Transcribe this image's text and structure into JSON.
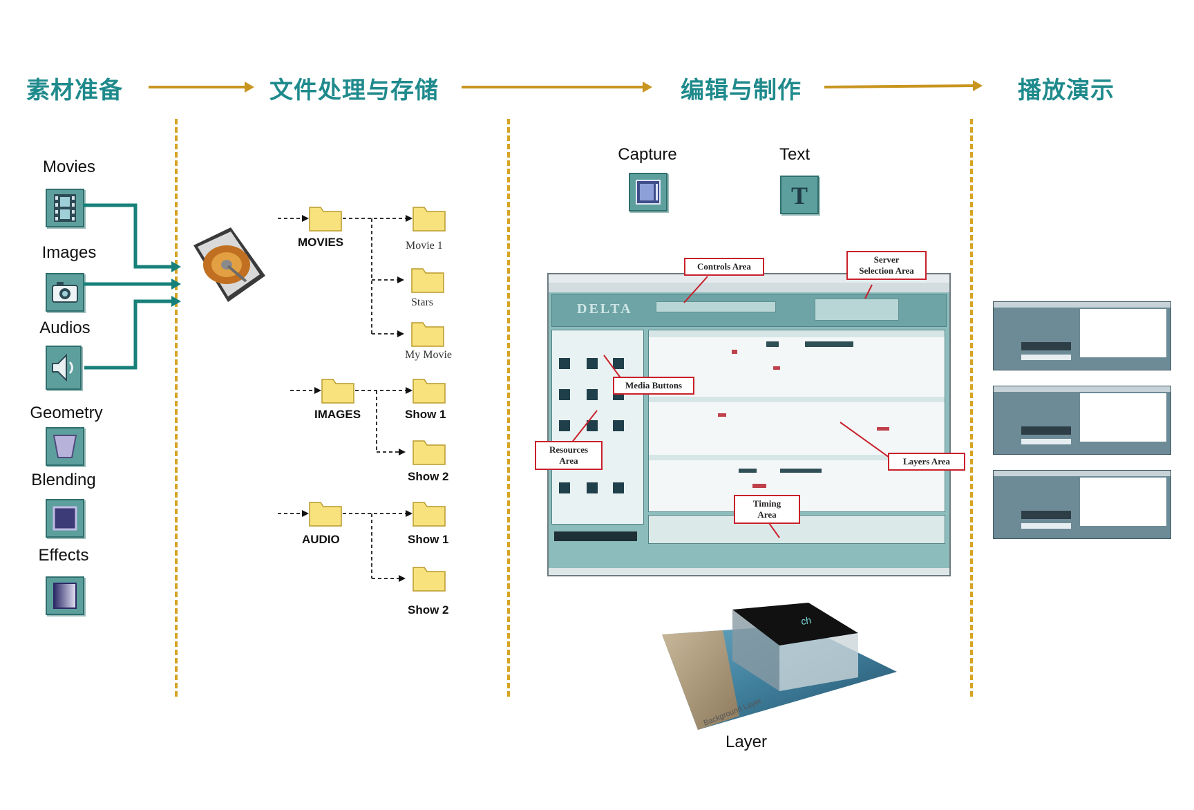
{
  "stages": [
    "素材准备",
    "文件处理与存储",
    "编辑与制作",
    "播放演示"
  ],
  "media_types": [
    {
      "label": "Movies",
      "icon": "film-icon"
    },
    {
      "label": "Images",
      "icon": "camera-icon"
    },
    {
      "label": "Audios",
      "icon": "speaker-icon"
    },
    {
      "label": "Geometry",
      "icon": "geometry-icon"
    },
    {
      "label": "Blending",
      "icon": "blending-icon"
    },
    {
      "label": "Effects",
      "icon": "effects-icon"
    }
  ],
  "file_tree": {
    "movies": {
      "root": "MOVIES",
      "children": [
        "Movie 1",
        "Stars",
        "My Movie"
      ]
    },
    "images": {
      "root": "IMAGES",
      "children": [
        "Show 1",
        "Show 2"
      ]
    },
    "audio": {
      "root": "AUDIO",
      "children": [
        "Show 1",
        "Show 2"
      ]
    }
  },
  "editing": {
    "tools": [
      "Capture",
      "Text"
    ],
    "callouts": {
      "controls": "Controls Area",
      "server_line1": "Server",
      "server_line2": "Selection Area",
      "media": "Media Buttons",
      "resources_line1": "Resources",
      "resources_line2": "Area",
      "layers": "Layers Area",
      "timing_line1": "Timing",
      "timing_line2": "Area"
    },
    "app_brand": "DELTA",
    "layer_caption": "Layer",
    "layer_watermark": "Background Layer"
  },
  "colors": {
    "stage_text": "#1f8a8c",
    "arrow": "#c8951f",
    "dashed_divider": "#d6a424",
    "connector": "#17807a",
    "callout_border": "#c9202b"
  }
}
